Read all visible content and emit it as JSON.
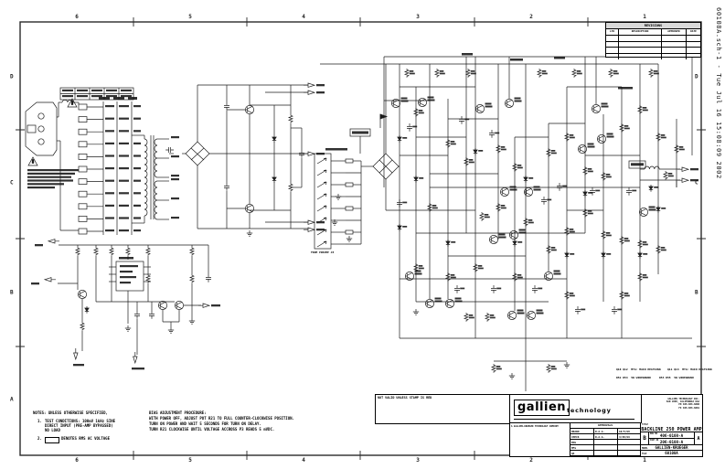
{
  "sheet": {
    "file_label": "60108A.sch-1 - Tue Jul 16 15:08:09 2002"
  },
  "zones": {
    "cols": [
      "6",
      "5",
      "4",
      "3",
      "2",
      "1"
    ],
    "rows": [
      "D",
      "C",
      "B",
      "A"
    ]
  },
  "revisions": {
    "title": "REVISIONS",
    "col_ltr": "LTR",
    "col_desc": "DESCRIPTION",
    "col_appr": "APPROVED",
    "col_date": "DATE"
  },
  "stamp": {
    "text": "NOT VALID UNLESS STAMP IS RED"
  },
  "notes": {
    "heading": "NOTES: UNLESS OTHERWISE SPECIFIED,",
    "note1_no": "1.",
    "note1_l1": "TEST CONDITIONS: 100mV 1kHz SINE",
    "note1_l2": "DIRECT INPUT (PRE-AMP BYPASSED)",
    "note1_l3": "NO LOAD",
    "note2_no": "2.",
    "note2_text": "DENOTES RMS AC VOLTAGE"
  },
  "bias": {
    "lines": [
      "BIAS ADJUSTMENT PROCEDURE:",
      "WITH POWER OFF, ADJUST POT R21 TO FULL COUNTER-CLOCKWISE POSITION.",
      "TURN ON POWER AND WAIT 5 SECONDS FOR TURN ON DELAY.",
      "TURN R21 CLOCKWISE UNTIL VOLTAGE ACCROSS P3 READS 5 mVDC."
    ]
  },
  "schematic": {
    "preamp_label": "FROM PREAMP J8",
    "fine_print_1": "Q10 Q12  MTG: MAIN HEATSINK    Q11 Q13  MTG: MAIN HEATSINK",
    "fine_print_2": "R52 R54  5W WIREWOUND     R53 R55  5W WIREWOUND"
  },
  "title_block": {
    "logo_main": "gallien",
    "logo_sub": "technology",
    "company_line": "A GALLIEN-KRUEGER TECHNOLOGY COMPANY",
    "address_lines": [
      "GALLIEN TECHNOLOGY INC.",
      "SAN JOSE, CALIFORNIA USA",
      "PH 408.886.6000",
      "FX 408.886.6001"
    ],
    "labels": {
      "title": "TITLE",
      "size": "SIZE",
      "dwg": "DWG NO",
      "part": "PART NO",
      "rev": "REV",
      "model": "MODEL",
      "file": "FILE"
    },
    "title": "BACKLINE 250 POWER AMP",
    "size": "B",
    "dwg_no": "406-0108-A",
    "part_no": "206-0108-A",
    "rev": "A",
    "model": "GALLIEN-KRUEGER",
    "file": "60108A",
    "approvals": {
      "header": "APPROVALS",
      "rows": [
        {
          "label": "DRAWN",
          "by": "R.A.G.",
          "date": "10/5/98"
        },
        {
          "label": "CHECK",
          "by": "R.A.G.",
          "date": "4/30/99"
        },
        {
          "label": "ENG",
          "by": "",
          "date": ""
        },
        {
          "label": "MFG",
          "by": "",
          "date": ""
        },
        {
          "label": "QA",
          "by": "",
          "date": ""
        }
      ]
    }
  }
}
